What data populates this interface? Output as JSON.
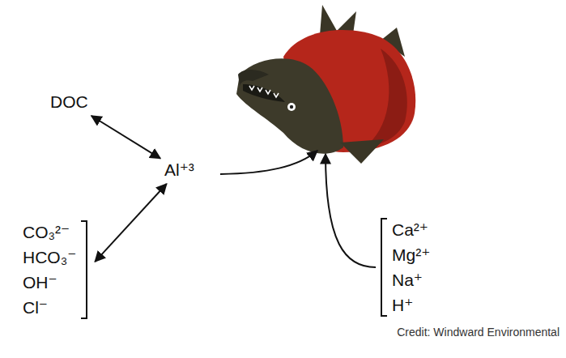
{
  "diagram": {
    "nodes": [
      {
        "text": [
          "DOC"
        ]
      },
      {
        "text": [
          "Al⁺³"
        ]
      },
      {
        "text": [
          "CO₃²⁻",
          "HCO₃⁻",
          "OH⁻",
          "Cl⁻"
        ]
      },
      {
        "text": [
          "Ca²⁺",
          "Mg²⁺",
          "Na⁺",
          "H⁺"
        ]
      }
    ],
    "edges": [
      {
        "from": 0,
        "to": 1,
        "arrow": "both"
      },
      {
        "from": 1,
        "to": 2,
        "arrow": "both"
      }
    ],
    "labels": [
      "Credit: Windward Environmental"
    ]
  }
}
